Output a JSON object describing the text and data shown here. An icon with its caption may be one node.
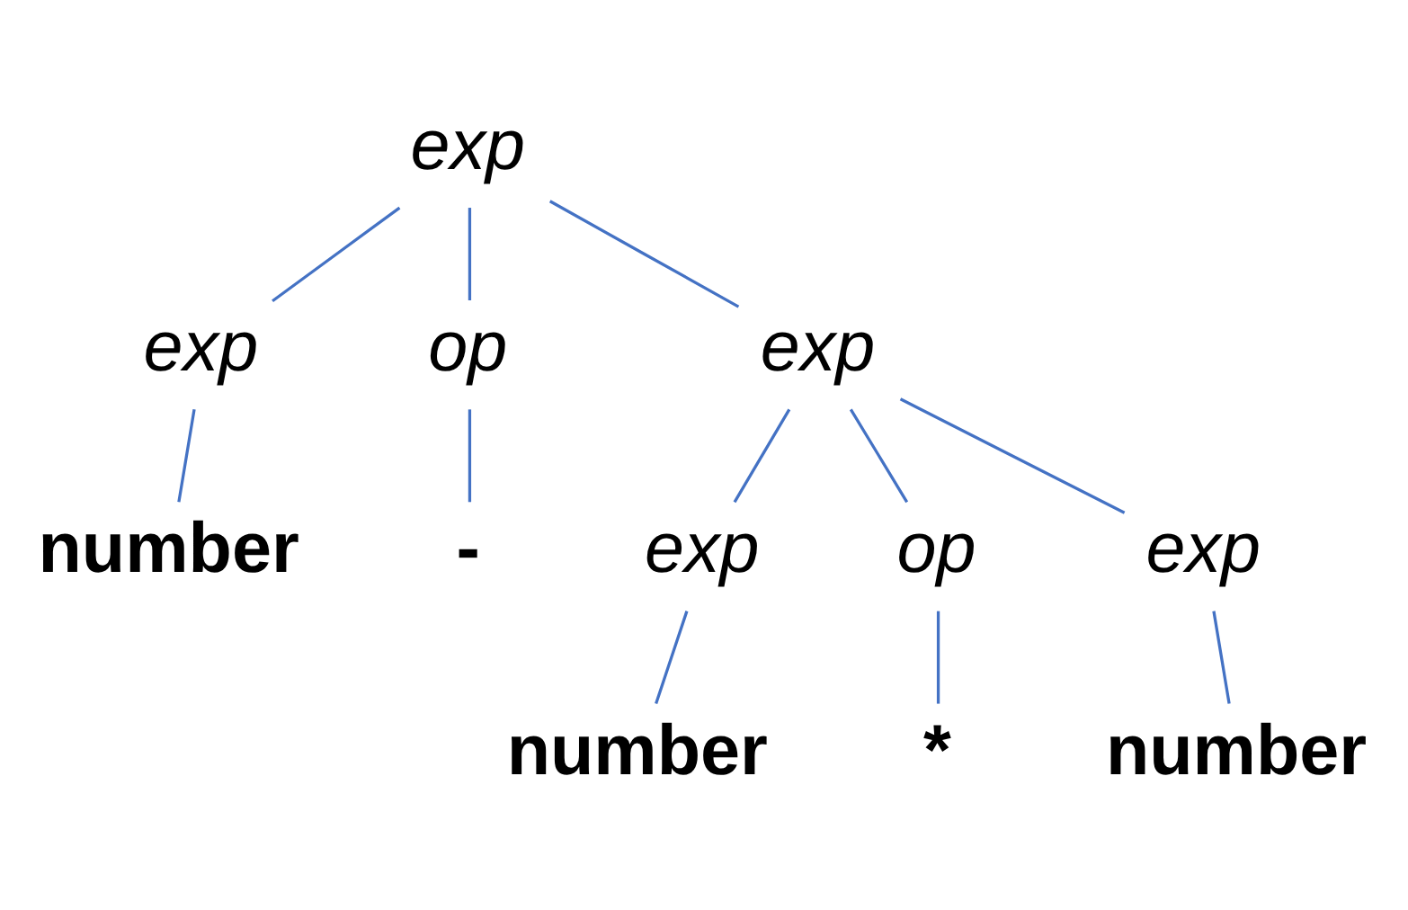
{
  "diagram": {
    "nodes": [
      {
        "text": [
          "exp"
        ]
      },
      {
        "text": [
          "exp"
        ]
      },
      {
        "text": [
          "op"
        ]
      },
      {
        "text": [
          "exp"
        ]
      },
      {
        "text": [
          "number"
        ]
      },
      {
        "text": [
          "-"
        ]
      },
      {
        "text": [
          "exp"
        ]
      },
      {
        "text": [
          "op"
        ]
      },
      {
        "text": [
          "exp"
        ]
      },
      {
        "text": [
          "number"
        ]
      },
      {
        "text": [
          "*"
        ]
      },
      {
        "text": [
          "number"
        ]
      }
    ],
    "edges": [
      {
        "from": 0,
        "to": 1,
        "arrow": "none"
      },
      {
        "from": 0,
        "to": 2,
        "arrow": "none"
      },
      {
        "from": 0,
        "to": 3,
        "arrow": "none"
      },
      {
        "from": 1,
        "to": 4,
        "arrow": "none"
      },
      {
        "from": 2,
        "to": 5,
        "arrow": "none"
      },
      {
        "from": 3,
        "to": 6,
        "arrow": "none"
      },
      {
        "from": 3,
        "to": 7,
        "arrow": "none"
      },
      {
        "from": 3,
        "to": 8,
        "arrow": "none"
      },
      {
        "from": 6,
        "to": 9,
        "arrow": "none"
      },
      {
        "from": 7,
        "to": 10,
        "arrow": "none"
      },
      {
        "from": 8,
        "to": 11,
        "arrow": "none"
      }
    ]
  }
}
